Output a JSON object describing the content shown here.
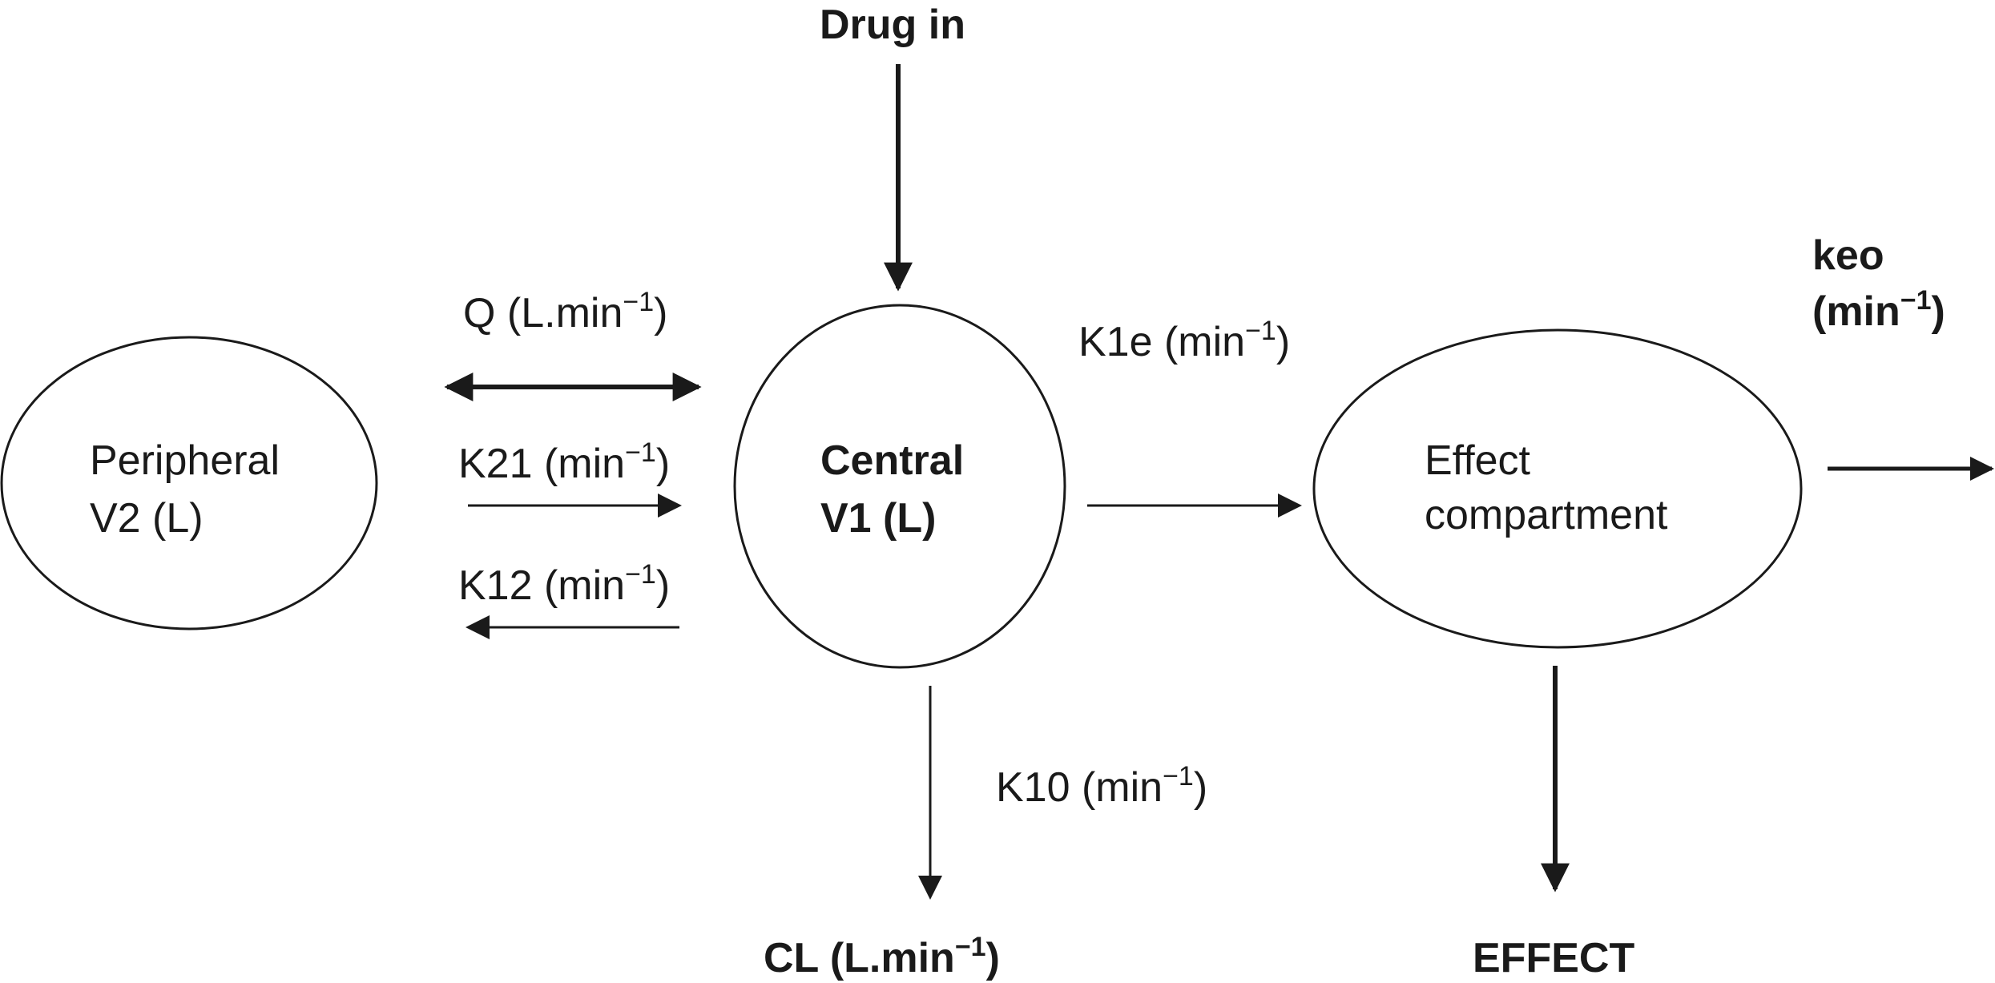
{
  "nodes": {
    "peripheral": {
      "line1": "Peripheral",
      "line2": "V2 (L)"
    },
    "central": {
      "line1": "Central",
      "line2": "V1 (L)"
    },
    "effect": {
      "line1": "Effect",
      "line2": "compartment"
    }
  },
  "labels": {
    "drug_in": "Drug in",
    "q": {
      "base": "Q (L.min",
      "sup": "−1",
      "close": ")"
    },
    "k21": {
      "base": "K21 (min",
      "sup": "−1",
      "close": ")"
    },
    "k12": {
      "base": "K12 (min",
      "sup": "−1",
      "close": ")"
    },
    "k1e": {
      "base": "K1e (min",
      "sup": "−1",
      "close": ")"
    },
    "k10": {
      "base": "K10 (min",
      "sup": "−1",
      "close": ")"
    },
    "keo": {
      "line1": "keo",
      "base": "(min",
      "sup": "−1",
      "close": ")"
    },
    "cl": {
      "base": "CL (L.min",
      "sup": "−1",
      "close": ")"
    },
    "effect_out": "EFFECT"
  }
}
